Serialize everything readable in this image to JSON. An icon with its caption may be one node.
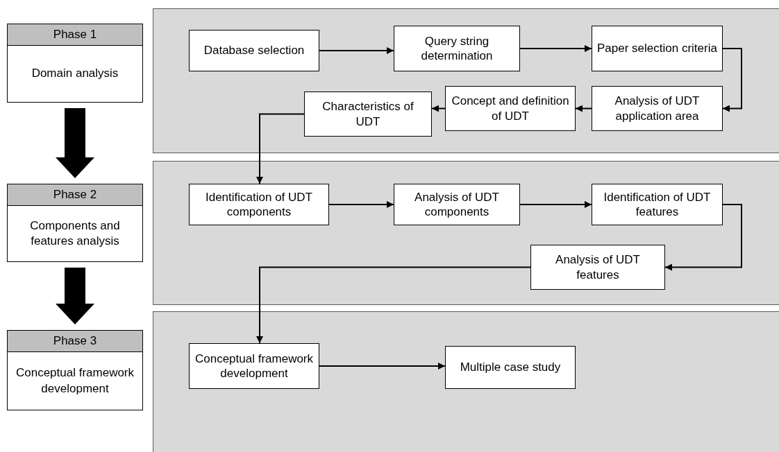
{
  "diagram": {
    "nodes": [
      {
        "text": [
          "Phase 1",
          "Domain analysis"
        ]
      },
      {
        "text": [],
        "shape": "box"
      },
      {
        "text": [
          "Database selection"
        ],
        "in": 1
      },
      {
        "text": [
          "Query string determination"
        ],
        "in": 1
      },
      {
        "text": [
          "Paper selection criteria"
        ],
        "in": 1
      },
      {
        "text": [
          "Analysis of UDT application area"
        ],
        "in": 1
      },
      {
        "text": [
          "Concept and definition of UDT"
        ],
        "in": 1
      },
      {
        "text": [
          "Characteristics of UDT"
        ],
        "in": 1
      },
      {
        "text": [
          "Phase 2",
          "Components and features analysis"
        ]
      },
      {
        "text": [],
        "shape": "box"
      },
      {
        "text": [
          "Identification of UDT components"
        ],
        "in": 9
      },
      {
        "text": [
          "Analysis of UDT components"
        ],
        "in": 9
      },
      {
        "text": [
          "Identification of UDT features"
        ],
        "in": 9
      },
      {
        "text": [
          "Analysis of UDT features"
        ],
        "in": 9
      },
      {
        "text": [
          "Phase 3",
          "Conceptual framework development"
        ]
      },
      {
        "text": [],
        "shape": "box"
      },
      {
        "text": [
          "Conceptual framework development"
        ],
        "in": 15
      },
      {
        "text": [
          "Multiple case study"
        ],
        "in": 15
      }
    ],
    "edges": [
      {
        "from": 2,
        "to": 3,
        "arrow": "to"
      },
      {
        "from": 3,
        "to": 4,
        "arrow": "to"
      },
      {
        "from": 4,
        "to": 5,
        "arrow": "to"
      },
      {
        "from": 5,
        "to": 6,
        "arrow": "to"
      },
      {
        "from": 6,
        "to": 7,
        "arrow": "to"
      },
      {
        "from": 7,
        "to": 10,
        "arrow": "to"
      },
      {
        "from": 10,
        "to": 11,
        "arrow": "to"
      },
      {
        "from": 11,
        "to": 12,
        "arrow": "to"
      },
      {
        "from": 12,
        "to": 13,
        "arrow": "to"
      },
      {
        "from": 13,
        "to": 16,
        "arrow": "to"
      },
      {
        "from": 16,
        "to": 17,
        "arrow": "to"
      },
      {
        "from": 0,
        "to": 8,
        "arrow": "to",
        "style": "thick"
      },
      {
        "from": 8,
        "to": 14,
        "arrow": "to",
        "style": "thick"
      }
    ]
  }
}
